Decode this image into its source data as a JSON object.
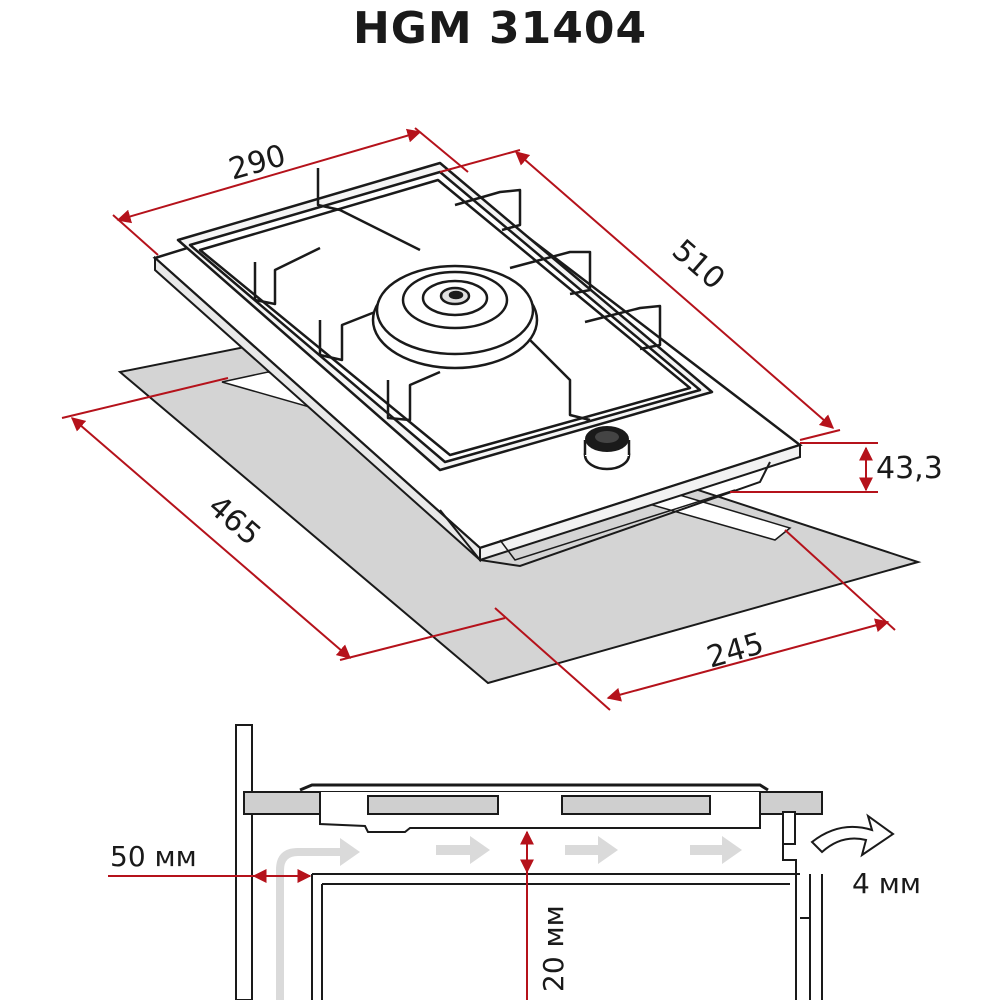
{
  "title": "HGM 31404",
  "colors": {
    "dimension_line": "#b5121b",
    "outline": "#1a1a1a",
    "cutout_fill": "#d4d4d4",
    "countertop_fill": "#cfcfcf",
    "airflow_arrow": "#d9d9d9"
  },
  "top_view": {
    "dim_width": "290",
    "dim_depth": "510",
    "dim_height": "43,3",
    "dim_cutout_depth": "465",
    "dim_cutout_width": "245"
  },
  "side_view": {
    "dim_wall_gap": "50 мм",
    "dim_vent_gap": "4 мм",
    "dim_bottom_clearance": "20 мм"
  }
}
